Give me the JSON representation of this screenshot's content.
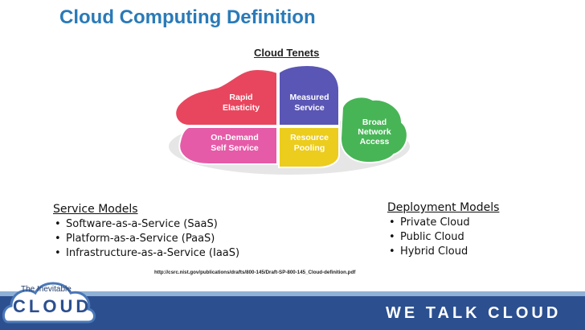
{
  "title": "Cloud Computing Definition",
  "diagram": {
    "title": "Cloud Tenets",
    "segments": [
      {
        "label_line1": "Rapid",
        "label_line2": "Elasticity",
        "color": "#e8465e"
      },
      {
        "label_line1": "Measured",
        "label_line2": "Service",
        "color": "#5a56b5"
      },
      {
        "label_line1": "On-Demand",
        "label_line2": "Self Service",
        "color": "#e55ba8"
      },
      {
        "label_line1": "Resource",
        "label_line2": "Pooling",
        "color": "#eccc1d"
      },
      {
        "label_line1": "Broad",
        "label_line2": "Network",
        "label_line3": "Access",
        "color": "#47b556"
      }
    ]
  },
  "service_models": {
    "heading": "Service Models",
    "items": [
      "Software-as-a-Service (SaaS)",
      "Platform-as-a-Service (PaaS)",
      "Infrastructure-as-a-Service (IaaS)"
    ]
  },
  "deployment_models": {
    "heading": "Deployment Models",
    "items": [
      "Private Cloud",
      "Public Cloud",
      "Hybrid Cloud"
    ]
  },
  "source_url": "http://csrc.nist.gov/publications/drafts/800-145/Draft-SP-800-145_Cloud-definition.pdf",
  "footer": {
    "logo_small": "The Inevitable",
    "logo_big": "CLOUD",
    "slogan": "WE TALK CLOUD",
    "color": "#2b4f8f"
  }
}
